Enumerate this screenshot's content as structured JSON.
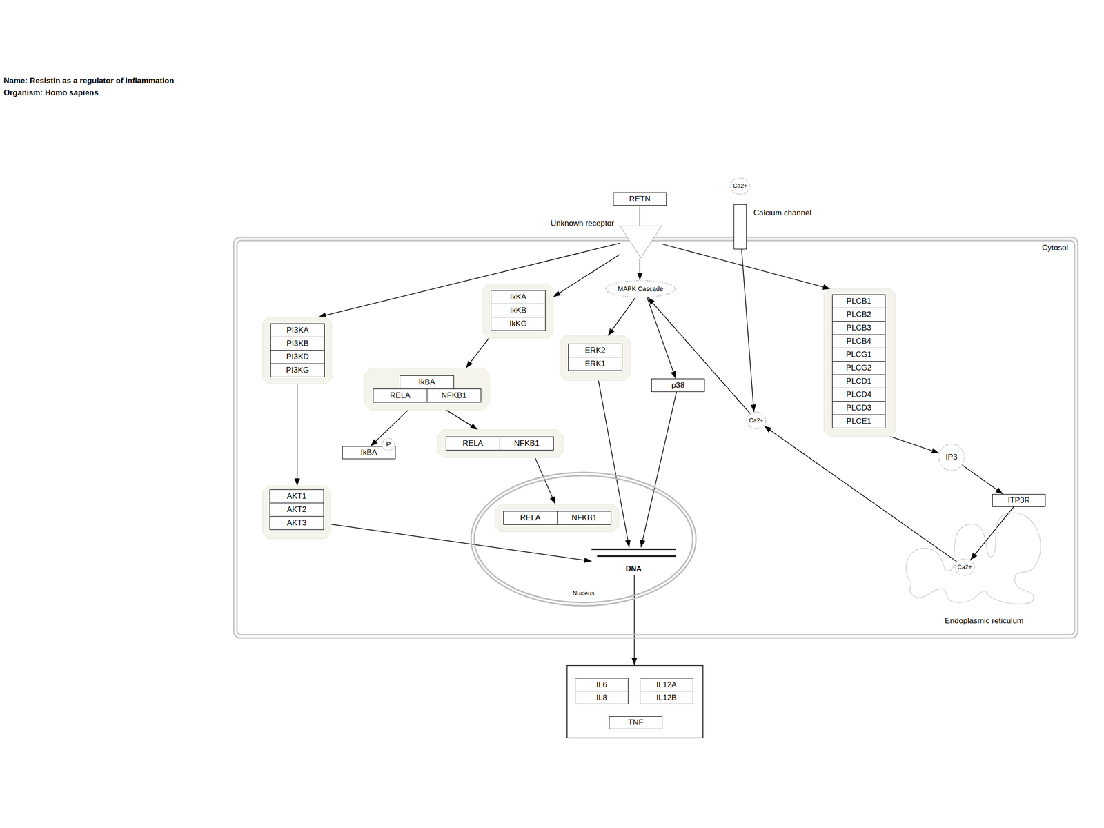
{
  "diagram": {
    "nodes": [
      {
        "text": [
          "Cytosol"
        ]
      },
      {
        "text": [
          "RETN"
        ]
      },
      {
        "text": [
          "Unknown receptor"
        ]
      },
      {
        "text": [
          "Ca2+"
        ]
      },
      {
        "text": [
          "Calcium channel"
        ]
      },
      {
        "text": [
          "MAPK Cascade"
        ],
        "in": 0
      },
      {
        "text": [],
        "in": 0
      },
      {
        "text": [
          "IkKA"
        ],
        "in": 6
      },
      {
        "text": [
          "IkKB"
        ],
        "in": 6
      },
      {
        "text": [
          "IkKG"
        ],
        "in": 6
      },
      {
        "text": [],
        "in": 0
      },
      {
        "text": [
          "PI3KA"
        ],
        "in": 10
      },
      {
        "text": [
          "PI3KB"
        ],
        "in": 10
      },
      {
        "text": [
          "PI3KD"
        ],
        "in": 10
      },
      {
        "text": [
          "PI3KG"
        ],
        "in": 10
      },
      {
        "text": [],
        "in": 0
      },
      {
        "text": [
          "PLCB1"
        ],
        "in": 15
      },
      {
        "text": [
          "PLCB2"
        ],
        "in": 15
      },
      {
        "text": [
          "PLCB3"
        ],
        "in": 15
      },
      {
        "text": [
          "PLCB4"
        ],
        "in": 15
      },
      {
        "text": [
          "PLCG1"
        ],
        "in": 15
      },
      {
        "text": [
          "PLCG2"
        ],
        "in": 15
      },
      {
        "text": [
          "PLCD1"
        ],
        "in": 15
      },
      {
        "text": [
          "PLCD4"
        ],
        "in": 15
      },
      {
        "text": [
          "PLCD3"
        ],
        "in": 15
      },
      {
        "text": [
          "PLCE1"
        ],
        "in": 15
      },
      {
        "text": [],
        "in": 0
      },
      {
        "text": [
          "ERK2"
        ],
        "in": 26
      },
      {
        "text": [
          "ERK1"
        ],
        "in": 26
      },
      {
        "text": [
          "p38"
        ],
        "in": 0
      },
      {
        "text": [],
        "in": 0
      },
      {
        "text": [
          "IkBA"
        ],
        "in": 30
      },
      {
        "text": [
          "RELA"
        ],
        "in": 30
      },
      {
        "text": [
          "NFKB1"
        ],
        "in": 30
      },
      {
        "text": [
          "Ca2+"
        ],
        "in": 0
      },
      {
        "text": [
          "IkBA"
        ],
        "in": 0
      },
      {
        "text": [
          "P"
        ],
        "in": 0
      },
      {
        "text": [],
        "in": 0
      },
      {
        "text": [
          "RELA"
        ],
        "in": 37
      },
      {
        "text": [
          "NFKB1"
        ],
        "in": 37
      },
      {
        "text": [
          "IP3"
        ],
        "in": 0
      },
      {
        "text": [],
        "in": 0
      },
      {
        "text": [
          "AKT1"
        ],
        "in": 41
      },
      {
        "text": [
          "AKT2"
        ],
        "in": 41
      },
      {
        "text": [
          "AKT3"
        ],
        "in": 41
      },
      {
        "text": [
          "ITP3R"
        ],
        "in": 0
      },
      {
        "text": [
          "Nucleus"
        ],
        "in": 0
      },
      {
        "text": [],
        "in": 46
      },
      {
        "text": [
          "RELA"
        ],
        "in": 47
      },
      {
        "text": [
          "NFKB1"
        ],
        "in": 47
      },
      {
        "text": [
          "DNA"
        ],
        "in": 46
      },
      {
        "text": [
          "Endoplasmic reticulum"
        ],
        "in": 0
      },
      {
        "text": [
          "Ca2+"
        ],
        "in": 51
      },
      {
        "text": []
      },
      {
        "text": [
          "IL6"
        ],
        "in": 53
      },
      {
        "text": [
          "IL8"
        ],
        "in": 53
      },
      {
        "text": [
          "IL12A"
        ],
        "in": 53
      },
      {
        "text": [
          "IL12B"
        ],
        "in": 53
      },
      {
        "text": [
          "TNF"
        ],
        "in": 53
      }
    ],
    "edges": [
      {
        "from": 1,
        "to": 2,
        "arrow": "none"
      },
      {
        "from": 2,
        "to": 5,
        "arrow": "to"
      },
      {
        "from": 2,
        "to": 6,
        "arrow": "to"
      },
      {
        "from": 2,
        "to": 10,
        "arrow": "to"
      },
      {
        "from": 2,
        "to": 15,
        "arrow": "to"
      },
      {
        "from": 4,
        "to": 34,
        "arrow": "to"
      },
      {
        "from": 5,
        "to": 26,
        "arrow": "to"
      },
      {
        "from": 5,
        "to": 29,
        "arrow": "to"
      },
      {
        "from": 34,
        "to": 5,
        "arrow": "to"
      },
      {
        "from": 6,
        "to": 30,
        "arrow": "to"
      },
      {
        "from": 30,
        "to": 35,
        "arrow": "to"
      },
      {
        "from": 30,
        "to": 37,
        "arrow": "to"
      },
      {
        "from": 37,
        "to": 47,
        "arrow": "to"
      },
      {
        "from": 10,
        "to": 41,
        "arrow": "to"
      },
      {
        "from": 41,
        "to": 50,
        "arrow": "to"
      },
      {
        "from": 26,
        "to": 50,
        "arrow": "to"
      },
      {
        "from": 29,
        "to": 50,
        "arrow": "to"
      },
      {
        "from": 15,
        "to": 40,
        "arrow": "to"
      },
      {
        "from": 40,
        "to": 45,
        "arrow": "to"
      },
      {
        "from": 45,
        "to": 52,
        "arrow": "to"
      },
      {
        "from": 52,
        "to": 34,
        "arrow": "to"
      },
      {
        "from": 50,
        "to": 53,
        "arrow": "to"
      }
    ],
    "labels": [
      "Name: Resistin as a regulator of inflammation",
      "Organism: Homo sapiens"
    ]
  }
}
